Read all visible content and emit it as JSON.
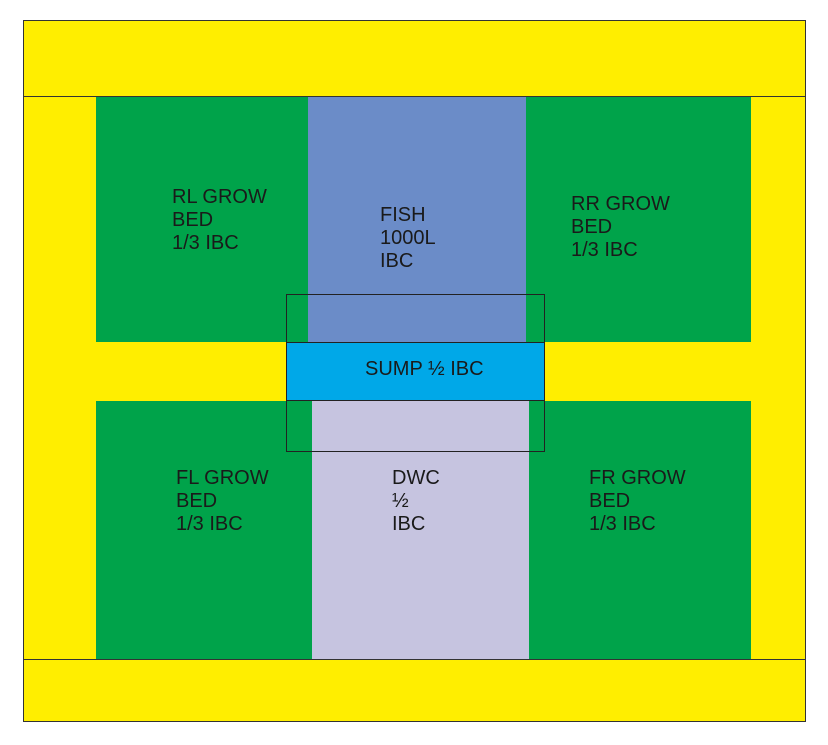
{
  "colors": {
    "yellow": "#ffee00",
    "grow_bed": "#00a34a",
    "fish_tank": "#6b8cc8",
    "sump": "#00a8e8",
    "dwc": "#c6c4e0"
  },
  "blocks": {
    "rl_grow_bed": {
      "label": "RL GROW\nBED\n1/3 IBC"
    },
    "fish_tank": {
      "label": "FISH\n1000L\nIBC"
    },
    "rr_grow_bed": {
      "label": "RR GROW\nBED\n1/3 IBC"
    },
    "sump": {
      "label": "SUMP ½ IBC"
    },
    "fl_grow_bed": {
      "label": "FL GROW\nBED\n1/3 IBC"
    },
    "dwc": {
      "label": "DWC\n½\nIBC"
    },
    "fr_grow_bed": {
      "label": "FR GROW\nBED\n1/3 IBC"
    }
  }
}
